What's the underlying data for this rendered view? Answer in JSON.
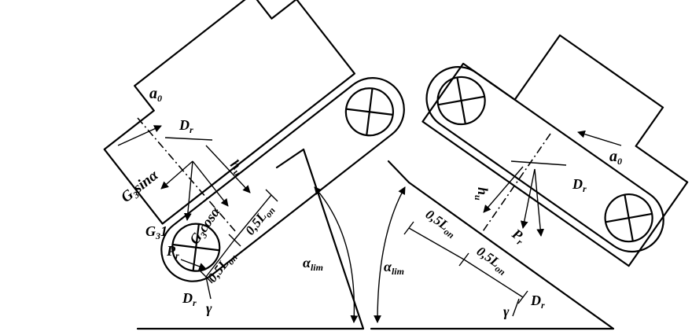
{
  "left_diagram": {
    "a0": "a",
    "a0_sub": "0",
    "Dr_top": "D",
    "Dr_top_sub": "r",
    "hu": "h",
    "hu_sub": "u",
    "G3sina_G": "G",
    "G3sina_sub": "3",
    "G3sina_rest": "sinα",
    "G31_G": "G",
    "G31_sub": "3",
    "G31_tail": "1",
    "G3cosa_G": "G",
    "G3cosa_sub": "3",
    "G3cosa_rest": "cosα",
    "Pr": "P",
    "Pr_sub": "r",
    "half_left": "0,5L",
    "half_left_sub": "on",
    "half_right": "0,5L",
    "half_right_sub": "on",
    "Dr_bottom": "D",
    "Dr_bottom_sub": "r",
    "gamma": "γ",
    "alpha": "α",
    "alpha_sub": "lim"
  },
  "right_diagram": {
    "a0": "a",
    "a0_sub": "0",
    "Dr_top": "D",
    "Dr_top_sub": "r",
    "hu": "h",
    "hu_sub": "u",
    "Pr": "P",
    "Pr_sub": "r",
    "half_left": "0,5L",
    "half_left_sub": "on",
    "half_right": "0,5L",
    "half_right_sub": "on",
    "Dr_bottom": "D",
    "Dr_bottom_sub": "r",
    "gamma": "γ",
    "alpha": "α",
    "alpha_sub": "lim"
  }
}
